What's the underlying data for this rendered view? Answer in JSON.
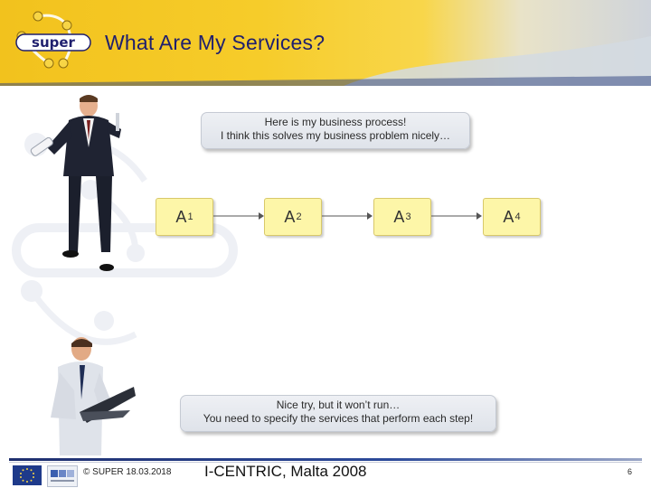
{
  "header": {
    "logo_text": "super",
    "title": "What Are My Services?"
  },
  "bubbles": {
    "top": {
      "line1": "Here is my business process!",
      "line2": "I think this solves my business problem nicely…"
    },
    "bottom": {
      "line1": "Nice try, but it won’t run…",
      "line2": "You need to specify the services that perform each step!"
    }
  },
  "process": {
    "activities": [
      {
        "label": "A",
        "index": "1"
      },
      {
        "label": "A",
        "index": "2"
      },
      {
        "label": "A",
        "index": "3"
      },
      {
        "label": "A",
        "index": "4"
      }
    ]
  },
  "footer": {
    "copyright": "© SUPER 18.03.2018",
    "conference": "I-CENTRIC, Malta 2008",
    "page_number": "6"
  },
  "colors": {
    "header_yellow": "#f2c21d",
    "title_navy": "#1f1f6e",
    "activity_fill": "#fdf6a8",
    "bubble_fill": "#e6e9ef",
    "footer_navy": "#1f2f6e"
  }
}
